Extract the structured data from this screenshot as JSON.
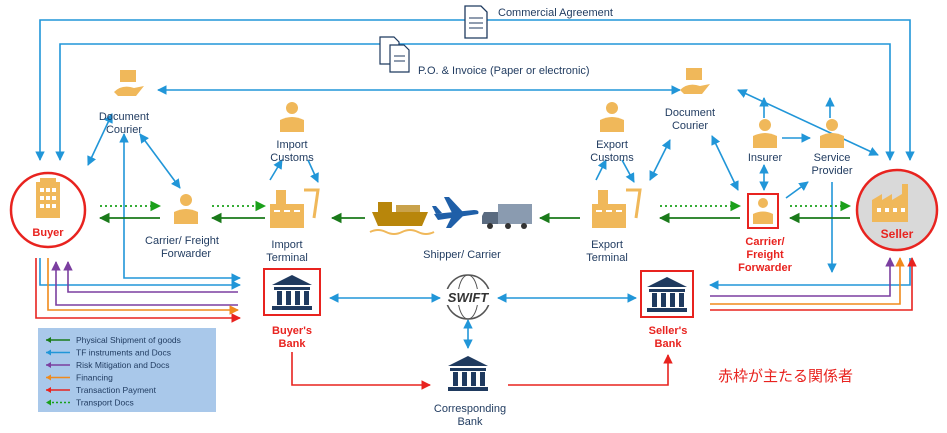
{
  "agreements": {
    "commercial": "Commercial Agreement",
    "po_invoice": "P.O. & Invoice (Paper or electronic)"
  },
  "parties": {
    "buyer": "Buyer",
    "seller": "Seller",
    "document_courier_left": [
      "Document",
      "Courier"
    ],
    "document_courier_right": [
      "Document",
      "Courier"
    ],
    "import_customs": [
      "Import",
      "Customs"
    ],
    "export_customs": [
      "Export",
      "Customs"
    ],
    "insurer": "Insurer",
    "service_provider": [
      "Service",
      "Provider"
    ],
    "carrier_forwarder_left": [
      "Carrier/ Freight",
      "Forwarder"
    ],
    "carrier_forwarder_right": [
      "Carrier/",
      "Freight",
      "Forwarder"
    ],
    "import_terminal": [
      "Import",
      "Terminal"
    ],
    "export_terminal": [
      "Export",
      "Terminal"
    ],
    "shipper_carrier": "Shipper/ Carrier",
    "buyers_bank": [
      "Buyer's",
      "Bank"
    ],
    "sellers_bank": [
      "Seller's",
      "Bank"
    ],
    "swift": "SWIFT",
    "corresponding_bank": [
      "Corresponding",
      "Bank"
    ]
  },
  "legend": [
    {
      "label": "Physical Shipment of goods",
      "color": "#1a7a1a",
      "style": "solid"
    },
    {
      "label": "TF instruments and Docs",
      "color": "#2196d8",
      "style": "solid"
    },
    {
      "label": "Risk Mitigation and Docs",
      "color": "#7b3fa0",
      "style": "solid"
    },
    {
      "label": "Financing",
      "color": "#f08a1c",
      "style": "solid"
    },
    {
      "label": "Transaction Payment",
      "color": "#e8231f",
      "style": "solid"
    },
    {
      "label": "Transport Docs",
      "color": "#1aa01a",
      "style": "dotted"
    }
  ],
  "note": "赤枠が主たる関係者",
  "colors": {
    "blue": "#2196d8",
    "green": "#1a7a1a",
    "purple": "#7b3fa0",
    "orange": "#f08a1c",
    "red": "#e8231f",
    "gold": "#f0b85a",
    "navy": "#1f3a5f"
  }
}
